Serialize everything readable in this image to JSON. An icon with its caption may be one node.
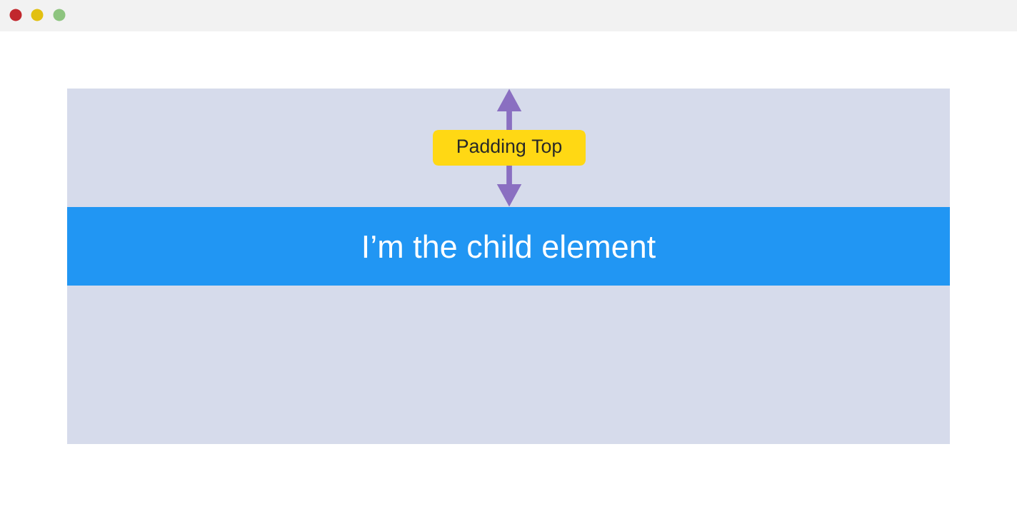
{
  "diagram": {
    "nodes": [
      {
        "text": [],
        "shape": "box"
      },
      {
        "text": [
          "I’m the child element"
        ],
        "in": 0
      },
      {
        "text": [
          "Padding Top"
        ],
        "in": 0
      }
    ],
    "edges": [
      {
        "from": 2,
        "to": 0,
        "arrow": "to"
      },
      {
        "from": 2,
        "to": 1,
        "arrow": "to"
      }
    ]
  }
}
